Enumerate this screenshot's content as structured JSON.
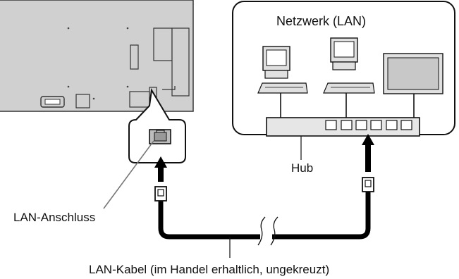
{
  "diagram": {
    "network_label": "Netzwerk (LAN)",
    "hub_label": "Hub",
    "lan_port_label": "LAN-Anschluss",
    "cable_label": "LAN-Kabel (im Handel erhaltlich, ungekreuzt)"
  },
  "colors": {
    "panel_fill": "#d0d0d0",
    "panel_stroke": "#333333",
    "screen_fill": "#c8c8c8",
    "hub_fill": "#e6e6e6",
    "cable": "#000000",
    "leader_line": "#777777"
  },
  "icons": [
    "display-rear-panel",
    "lan-port-icon",
    "computer-icon",
    "monitor-icon",
    "hub-icon",
    "cable-plug-icon",
    "arrow-up-icon"
  ]
}
